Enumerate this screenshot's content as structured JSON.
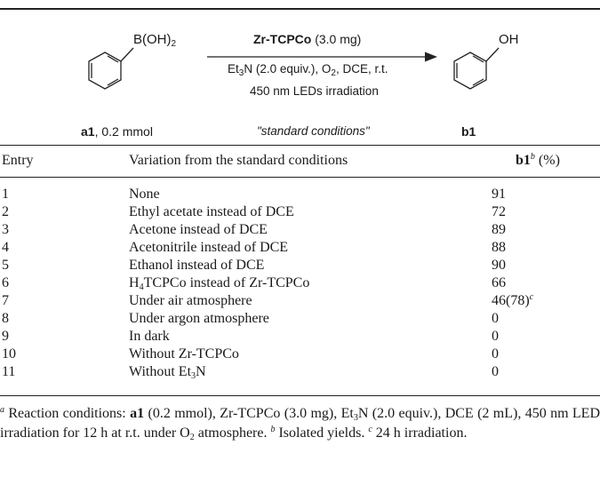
{
  "scheme": {
    "reactant_group": "B(OH)",
    "reactant_group_sub": "2",
    "reactant_id": "a1",
    "reactant_amount": ", 0.2 mmol",
    "catalyst": "Zr-TCPCo",
    "catalyst_amount": " (3.0 mg)",
    "base_pre": "Et",
    "base_sub": "3",
    "base_post": "N (2.0 equiv.), O",
    "o2_sub": "2",
    "cond_post": ", DCE, r.t.",
    "light": "450 nm LEDs irradiation",
    "standard": "\"standard conditions\"",
    "product_group": "OH",
    "product_id": "b1"
  },
  "table": {
    "headers": {
      "entry": "Entry",
      "variation": "Variation from the standard conditions",
      "yield_id": "b1",
      "yield_sup": "b",
      "yield_unit": " (%)"
    },
    "rows": [
      {
        "entry": "1",
        "variation": "None",
        "yield": "91"
      },
      {
        "entry": "2",
        "variation": "Ethyl acetate instead of DCE",
        "yield": "72"
      },
      {
        "entry": "3",
        "variation": "Acetone instead of DCE",
        "yield": "89"
      },
      {
        "entry": "4",
        "variation": "Acetonitrile instead of DCE",
        "yield": "88"
      },
      {
        "entry": "5",
        "variation": "Ethanol instead of DCE",
        "yield": "90"
      },
      {
        "entry": "6",
        "variation_pre": "H",
        "variation_sub": "4",
        "variation_post": "TCPCo instead of Zr-TCPCo",
        "yield": "66"
      },
      {
        "entry": "7",
        "variation": "Under air atmosphere",
        "yield": "46(78)",
        "yield_sup": "c"
      },
      {
        "entry": "8",
        "variation": "Under argon atmosphere",
        "yield": "0"
      },
      {
        "entry": "9",
        "variation": "In dark",
        "yield": "0"
      },
      {
        "entry": "10",
        "variation": "Without Zr-TCPCo",
        "yield": "0"
      },
      {
        "entry": "11",
        "variation_pre": "Without Et",
        "variation_sub": "3",
        "variation_post": "N",
        "yield": "0"
      }
    ]
  },
  "footnotes": {
    "a_mark": "a",
    "a_text1": " Reaction conditions: ",
    "a_bold": "a1",
    "a_text2": " (0.2 mmol), Zr-TCPCo (3.0 mg), Et",
    "a_sub1": "3",
    "a_text3": "N (2.0 equiv.), DCE (2 mL), 450 nm LED irradiation for 12 h at r.t. under O",
    "a_sub2": "2",
    "a_text4": " atmosphere. ",
    "b_mark": "b",
    "b_text": " Isolated yields. ",
    "c_mark": "c",
    "c_text": " 24 h irradiation."
  }
}
